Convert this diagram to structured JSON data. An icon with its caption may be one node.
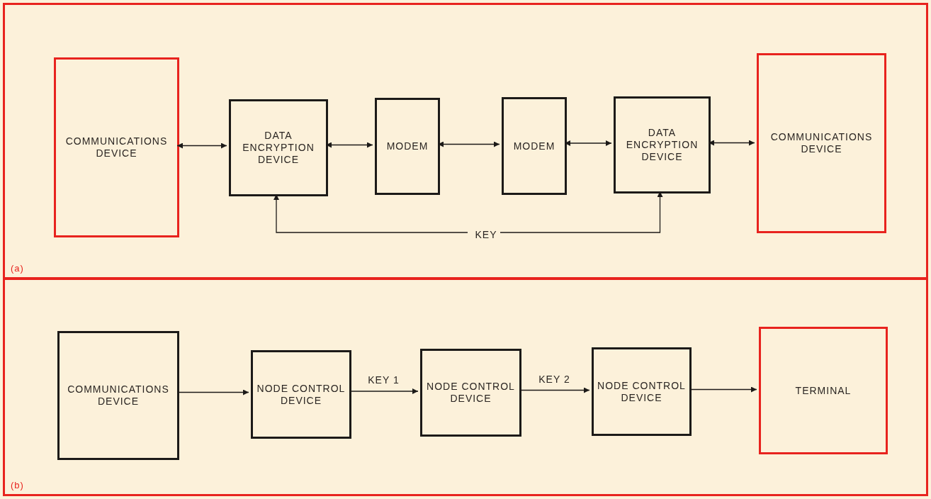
{
  "diagram": {
    "nodes": [
      {
        "text": [
          "(a)"
        ]
      },
      {
        "text": [
          "COMMUNICATIONS DEVICE"
        ],
        "in": 0
      },
      {
        "text": [
          "DATA ENCRYPTION DEVICE"
        ],
        "in": 0
      },
      {
        "text": [
          "MODEM"
        ],
        "in": 0
      },
      {
        "text": [
          "MODEM"
        ],
        "in": 0
      },
      {
        "text": [
          "DATA ENCRYPTION DEVICE"
        ],
        "in": 0
      },
      {
        "text": [
          "COMMUNICATIONS DEVICE"
        ],
        "in": 0
      },
      {
        "text": [
          "KEY"
        ],
        "in": 0
      },
      {
        "text": [
          "(b)"
        ]
      },
      {
        "text": [
          "COMMUNICATIONS DEVICE"
        ],
        "in": 8
      },
      {
        "text": [
          "NODE CONTROL DEVICE"
        ],
        "in": 8
      },
      {
        "text": [
          "NODE CONTROL DEVICE"
        ],
        "in": 8
      },
      {
        "text": [
          "NODE CONTROL DEVICE"
        ],
        "in": 8
      },
      {
        "text": [
          "TERMINAL"
        ],
        "in": 8
      }
    ],
    "edges": [
      {
        "from": 1,
        "to": 2,
        "arrow": "both"
      },
      {
        "from": 2,
        "to": 3,
        "arrow": "both"
      },
      {
        "from": 3,
        "to": 4,
        "arrow": "both"
      },
      {
        "from": 4,
        "to": 5,
        "arrow": "both"
      },
      {
        "from": 5,
        "to": 6,
        "arrow": "both"
      },
      {
        "from": 7,
        "to": 2,
        "arrow": "to"
      },
      {
        "from": 7,
        "to": 5,
        "arrow": "to"
      },
      {
        "from": 9,
        "to": 10,
        "arrow": "to"
      },
      {
        "from": 10,
        "to": 11,
        "arrow": "to",
        "label": "KEY 1"
      },
      {
        "from": 11,
        "to": 12,
        "arrow": "to",
        "label": "KEY 2"
      },
      {
        "from": 12,
        "to": 13,
        "arrow": "to"
      }
    ]
  }
}
